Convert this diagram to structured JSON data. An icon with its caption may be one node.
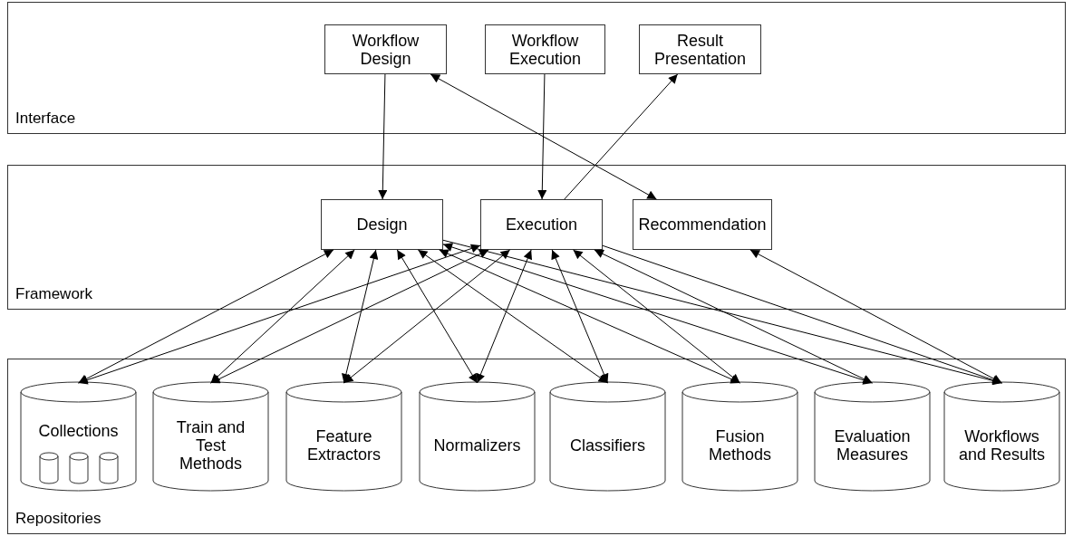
{
  "diagram": {
    "nodes": [
      {
        "text": [
          "Interface"
        ]
      },
      {
        "text": [
          "Workflow Design"
        ],
        "in": 0
      },
      {
        "text": [
          "Workflow Execution"
        ],
        "in": 0
      },
      {
        "text": [
          "Result Presentation"
        ],
        "in": 0
      },
      {
        "text": [
          "Framework"
        ]
      },
      {
        "text": [
          "Design"
        ],
        "in": 4
      },
      {
        "text": [
          "Execution"
        ],
        "in": 4
      },
      {
        "text": [
          "Recommendation"
        ],
        "in": 4
      },
      {
        "text": [
          "Repositories"
        ]
      },
      {
        "text": [
          "Collections"
        ],
        "in": 8
      },
      {
        "text": [
          "Train and Test Methods"
        ],
        "in": 8
      },
      {
        "text": [
          "Feature Extractors"
        ],
        "in": 8
      },
      {
        "text": [
          "Normalizers"
        ],
        "in": 8
      },
      {
        "text": [
          "Classifiers"
        ],
        "in": 8
      },
      {
        "text": [
          "Fusion Methods"
        ],
        "in": 8
      },
      {
        "text": [
          "Evaluation Measures"
        ],
        "in": 8
      },
      {
        "text": [
          "Workflows and Results"
        ],
        "in": 8
      }
    ],
    "edges": [
      {
        "from": 1,
        "to": 5,
        "arrow": "to"
      },
      {
        "from": 2,
        "to": 6,
        "arrow": "to"
      },
      {
        "from": 6,
        "to": 3,
        "arrow": "to"
      },
      {
        "from": 1,
        "to": 7,
        "arrow": "both"
      },
      {
        "from": 5,
        "to": 9,
        "arrow": "both"
      },
      {
        "from": 5,
        "to": 10,
        "arrow": "both"
      },
      {
        "from": 5,
        "to": 11,
        "arrow": "both"
      },
      {
        "from": 5,
        "to": 12,
        "arrow": "both"
      },
      {
        "from": 5,
        "to": 13,
        "arrow": "both"
      },
      {
        "from": 5,
        "to": 14,
        "arrow": "both"
      },
      {
        "from": 5,
        "to": 15,
        "arrow": "both"
      },
      {
        "from": 5,
        "to": 16,
        "arrow": "to"
      },
      {
        "from": 6,
        "to": 9,
        "arrow": "both"
      },
      {
        "from": 6,
        "to": 10,
        "arrow": "both"
      },
      {
        "from": 6,
        "to": 11,
        "arrow": "both"
      },
      {
        "from": 6,
        "to": 12,
        "arrow": "both"
      },
      {
        "from": 6,
        "to": 13,
        "arrow": "both"
      },
      {
        "from": 6,
        "to": 14,
        "arrow": "both"
      },
      {
        "from": 6,
        "to": 15,
        "arrow": "both"
      },
      {
        "from": 6,
        "to": 16,
        "arrow": "to"
      },
      {
        "from": 7,
        "to": 16,
        "arrow": "both"
      }
    ]
  }
}
